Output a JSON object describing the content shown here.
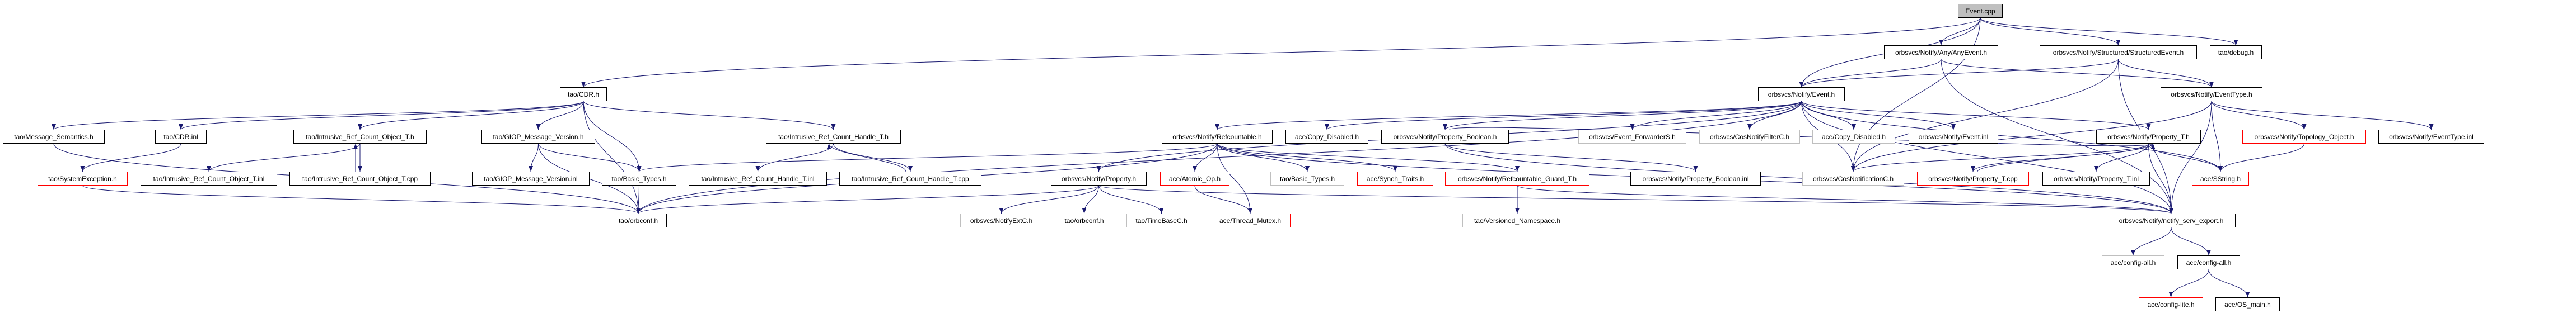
{
  "graph": {
    "type": "include-dependency-graph",
    "root": "event_cpp",
    "colors": {
      "edge": "#191970",
      "root_fill": "#bfbfbf",
      "documented": "#000000",
      "undocumented": "#bfbfbf",
      "truncated": "#ff0000"
    }
  },
  "nodes": [
    {
      "id": "event_cpp",
      "label": "Event.cpp",
      "style": "root"
    },
    {
      "id": "any_event",
      "label": "orbsvcs/Notify/Any/AnyEvent.h",
      "style": "documented"
    },
    {
      "id": "structured_event",
      "label": "orbsvcs/Notify/Structured/StructuredEvent.h",
      "style": "documented"
    },
    {
      "id": "tao_debug",
      "label": "tao/debug.h",
      "style": "documented"
    },
    {
      "id": "cdr_h",
      "label": "tao/CDR.h",
      "style": "documented"
    },
    {
      "id": "event_h",
      "label": "orbsvcs/Notify/Event.h",
      "style": "documented"
    },
    {
      "id": "event_type_h",
      "label": "orbsvcs/Notify/EventType.h",
      "style": "documented"
    },
    {
      "id": "message_semantics",
      "label": "tao/Message_Semantics.h",
      "style": "documented"
    },
    {
      "id": "cdr_inl",
      "label": "tao/CDR.inl",
      "style": "documented"
    },
    {
      "id": "irc_object_h",
      "label": "tao/Intrusive_Ref_Count_Object_T.h",
      "style": "documented"
    },
    {
      "id": "giop_h",
      "label": "tao/GIOP_Message_Version.h",
      "style": "documented"
    },
    {
      "id": "irc_handle_h",
      "label": "tao/Intrusive_Ref_Count_Handle_T.h",
      "style": "documented"
    },
    {
      "id": "refcountable_h",
      "label": "orbsvcs/Notify/Refcountable.h",
      "style": "documented"
    },
    {
      "id": "copy_disabled_b",
      "label": "ace/Copy_Disabled.h",
      "style": "documented"
    },
    {
      "id": "property_boolean_h",
      "label": "orbsvcs/Notify/Property_Boolean.h",
      "style": "documented"
    },
    {
      "id": "event_forwarder",
      "label": "orbsvcs/Event_ForwarderS.h",
      "style": "undocumented"
    },
    {
      "id": "cos_notify_filter",
      "label": "orbsvcs/CosNotifyFilterC.h",
      "style": "undocumented"
    },
    {
      "id": "copy_disabled_g",
      "label": "ace/Copy_Disabled.h",
      "style": "undocumented"
    },
    {
      "id": "event_inl",
      "label": "orbsvcs/Notify/Event.inl",
      "style": "documented"
    },
    {
      "id": "property_t_h",
      "label": "orbsvcs/Notify/Property_T.h",
      "style": "documented"
    },
    {
      "id": "topology_object",
      "label": "orbsvcs/Notify/Topology_Object.h",
      "style": "truncated"
    },
    {
      "id": "event_type_inl",
      "label": "orbsvcs/Notify/EventType.inl",
      "style": "documented"
    },
    {
      "id": "system_exception",
      "label": "tao/SystemException.h",
      "style": "truncated"
    },
    {
      "id": "irc_object_inl",
      "label": "tao/Intrusive_Ref_Count_Object_T.inl",
      "style": "documented"
    },
    {
      "id": "irc_object_cpp",
      "label": "tao/Intrusive_Ref_Count_Object_T.cpp",
      "style": "documented"
    },
    {
      "id": "giop_inl",
      "label": "tao/GIOP_Message_Version.inl",
      "style": "documented"
    },
    {
      "id": "basic_types_b",
      "label": "tao/Basic_Types.h",
      "style": "documented"
    },
    {
      "id": "irc_handle_inl",
      "label": "tao/Intrusive_Ref_Count_Handle_T.inl",
      "style": "documented"
    },
    {
      "id": "irc_handle_cpp",
      "label": "tao/Intrusive_Ref_Count_Handle_T.cpp",
      "style": "documented"
    },
    {
      "id": "property_h",
      "label": "orbsvcs/Notify/Property.h",
      "style": "documented"
    },
    {
      "id": "atomic_op",
      "label": "ace/Atomic_Op.h",
      "style": "truncated"
    },
    {
      "id": "basic_types_g",
      "label": "tao/Basic_Types.h",
      "style": "undocumented"
    },
    {
      "id": "synch_traits",
      "label": "ace/Synch_Traits.h",
      "style": "truncated"
    },
    {
      "id": "refcountable_guard",
      "label": "orbsvcs/Notify/Refcountable_Guard_T.h",
      "style": "truncated"
    },
    {
      "id": "property_boolean_inl",
      "label": "orbsvcs/Notify/Property_Boolean.inl",
      "style": "documented"
    },
    {
      "id": "cos_notification",
      "label": "orbsvcs/CosNotificationC.h",
      "style": "undocumented"
    },
    {
      "id": "property_t_cpp",
      "label": "orbsvcs/Notify/Property_T.cpp",
      "style": "truncated"
    },
    {
      "id": "property_t_inl",
      "label": "orbsvcs/Notify/Property_T.inl",
      "style": "documented"
    },
    {
      "id": "sstring",
      "label": "ace/SString.h",
      "style": "truncated"
    },
    {
      "id": "orbconf_b",
      "label": "tao/orbconf.h",
      "style": "documented"
    },
    {
      "id": "notify_ext",
      "label": "orbsvcs/NotifyExtC.h",
      "style": "undocumented"
    },
    {
      "id": "orbconf_g",
      "label": "tao/orbconf.h",
      "style": "undocumented"
    },
    {
      "id": "timebase",
      "label": "tao/TimeBaseC.h",
      "style": "undocumented"
    },
    {
      "id": "thread_mutex",
      "label": "ace/Thread_Mutex.h",
      "style": "truncated"
    },
    {
      "id": "versioned_ns",
      "label": "tao/Versioned_Namespace.h",
      "style": "undocumented"
    },
    {
      "id": "notify_serv_export",
      "label": "orbsvcs/Notify/notify_serv_export.h",
      "style": "documented"
    },
    {
      "id": "config_all_g",
      "label": "ace/config-all.h",
      "style": "undocumented"
    },
    {
      "id": "config_all_b",
      "label": "ace/config-all.h",
      "style": "documented"
    },
    {
      "id": "config_lite",
      "label": "ace/config-lite.h",
      "style": "truncated"
    },
    {
      "id": "os_main",
      "label": "ace/OS_main.h",
      "style": "documented"
    }
  ],
  "edges": [
    [
      "event_cpp",
      "cdr_h"
    ],
    [
      "event_cpp",
      "event_h"
    ],
    [
      "event_cpp",
      "any_event"
    ],
    [
      "event_cpp",
      "structured_event"
    ],
    [
      "event_cpp",
      "tao_debug"
    ],
    [
      "event_cpp",
      "cos_notification"
    ],
    [
      "any_event",
      "event_h"
    ],
    [
      "any_event",
      "event_type_h"
    ],
    [
      "any_event",
      "notify_serv_export"
    ],
    [
      "structured_event",
      "event_h"
    ],
    [
      "structured_event",
      "event_type_h"
    ],
    [
      "structured_event",
      "cos_notification"
    ],
    [
      "structured_event",
      "notify_serv_export"
    ],
    [
      "event_h",
      "refcountable_h"
    ],
    [
      "event_h",
      "property_h"
    ],
    [
      "event_h",
      "copy_disabled_b"
    ],
    [
      "event_h",
      "property_boolean_h"
    ],
    [
      "event_h",
      "event_forwarder"
    ],
    [
      "event_h",
      "cos_notify_filter"
    ],
    [
      "event_h",
      "copy_disabled_g"
    ],
    [
      "event_h",
      "event_inl"
    ],
    [
      "event_h",
      "property_t_h"
    ],
    [
      "event_h",
      "sstring"
    ],
    [
      "event_h",
      "cos_notification"
    ],
    [
      "event_h",
      "notify_serv_export"
    ],
    [
      "event_h",
      "orbconf_b"
    ],
    [
      "event_type_h",
      "cos_notification"
    ],
    [
      "event_type_h",
      "topology_object"
    ],
    [
      "event_type_h",
      "event_type_inl"
    ],
    [
      "event_type_h",
      "notify_serv_export"
    ],
    [
      "event_type_h",
      "sstring"
    ],
    [
      "cdr_h",
      "message_semantics"
    ],
    [
      "cdr_h",
      "cdr_inl"
    ],
    [
      "cdr_h",
      "irc_object_h"
    ],
    [
      "cdr_h",
      "giop_h"
    ],
    [
      "cdr_h",
      "basic_types_b"
    ],
    [
      "cdr_h",
      "irc_handle_h"
    ],
    [
      "cdr_h",
      "orbconf_b"
    ],
    [
      "cdr_inl",
      "system_exception"
    ],
    [
      "irc_object_h",
      "irc_object_inl"
    ],
    [
      "irc_object_h",
      "irc_object_cpp"
    ],
    [
      "irc_object_cpp",
      "irc_object_h"
    ],
    [
      "giop_h",
      "giop_inl"
    ],
    [
      "giop_h",
      "basic_types_b"
    ],
    [
      "giop_h",
      "orbconf_b"
    ],
    [
      "basic_types_b",
      "orbconf_b"
    ],
    [
      "irc_handle_h",
      "irc_handle_inl"
    ],
    [
      "irc_handle_h",
      "irc_handle_cpp"
    ],
    [
      "irc_handle_cpp",
      "irc_handle_h"
    ],
    [
      "message_semantics",
      "orbconf_b"
    ],
    [
      "system_exception",
      "orbconf_b"
    ],
    [
      "refcountable_h",
      "basic_types_b"
    ],
    [
      "refcountable_h",
      "orbconf_b"
    ],
    [
      "refcountable_h",
      "atomic_op"
    ],
    [
      "refcountable_h",
      "thread_mutex"
    ],
    [
      "refcountable_h",
      "basic_types_g"
    ],
    [
      "refcountable_h",
      "synch_traits"
    ],
    [
      "refcountable_h",
      "refcountable_guard"
    ],
    [
      "refcountable_h",
      "notify_serv_export"
    ],
    [
      "property_h",
      "notify_ext"
    ],
    [
      "property_h",
      "orbconf_g"
    ],
    [
      "property_h",
      "timebase"
    ],
    [
      "property_h",
      "notify_serv_export"
    ],
    [
      "property_h",
      "orbconf_b"
    ],
    [
      "atomic_op",
      "thread_mutex"
    ],
    [
      "refcountable_guard",
      "versioned_ns"
    ],
    [
      "refcountable_guard",
      "notify_serv_export"
    ],
    [
      "property_boolean_h",
      "property_boolean_inl"
    ],
    [
      "property_boolean_h",
      "property_t_h"
    ],
    [
      "property_boolean_h",
      "notify_serv_export"
    ],
    [
      "property_t_h",
      "cos_notification"
    ],
    [
      "property_t_h",
      "property_t_cpp"
    ],
    [
      "property_t_h",
      "property_t_inl"
    ],
    [
      "property_t_h",
      "sstring"
    ],
    [
      "property_t_h",
      "notify_serv_export"
    ],
    [
      "property_t_cpp",
      "property_t_h"
    ],
    [
      "topology_object",
      "sstring"
    ],
    [
      "notify_serv_export",
      "config_all_g"
    ],
    [
      "notify_serv_export",
      "config_all_b"
    ],
    [
      "config_all_b",
      "config_lite"
    ],
    [
      "config_all_b",
      "os_main"
    ]
  ]
}
